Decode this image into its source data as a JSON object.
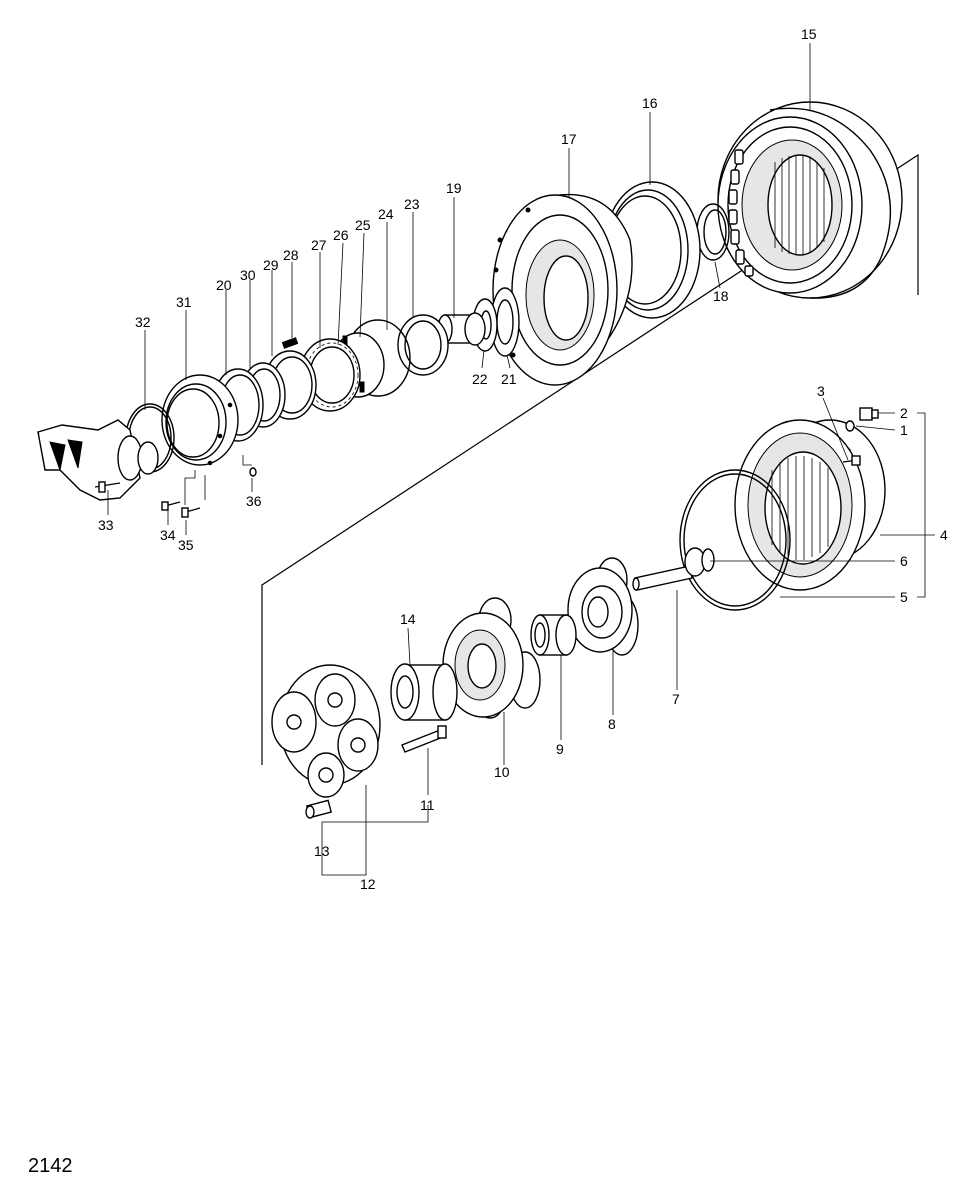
{
  "drawing_code": "2142",
  "callouts": [
    "1",
    "2",
    "3",
    "4",
    "5",
    "6",
    "7",
    "8",
    "9",
    "10",
    "11",
    "12",
    "13",
    "14",
    "15",
    "16",
    "17",
    "18",
    "19",
    "20",
    "21",
    "22",
    "23",
    "24",
    "25",
    "26",
    "27",
    "28",
    "29",
    "30",
    "31",
    "32",
    "33",
    "34",
    "35",
    "36"
  ]
}
